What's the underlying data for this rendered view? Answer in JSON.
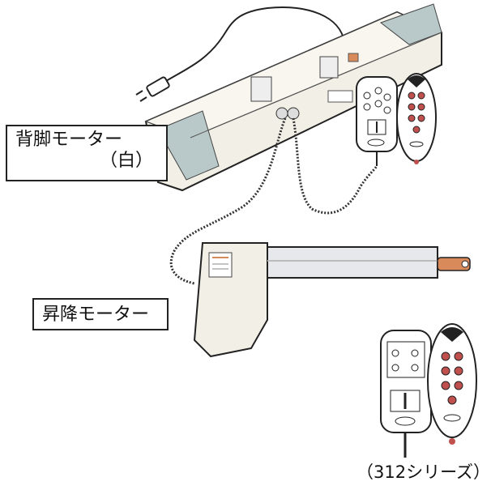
{
  "labels": {
    "back_leg_motor_line1": "背脚モーター",
    "back_leg_motor_line2": "（白）",
    "lift_motor": "昇降モーター",
    "series_caption": "（312シリーズ）"
  },
  "icons": [
    "power-plug-icon",
    "hand-remote-icon",
    "oval-remote-icon",
    "coiled-cable-icon",
    "linear-actuator-icon"
  ],
  "colors": {
    "outline": "#222222",
    "motor_body": "#f2efe6",
    "actuator_accent": "#d98a5a",
    "remote_arrow": "#c0504d"
  }
}
